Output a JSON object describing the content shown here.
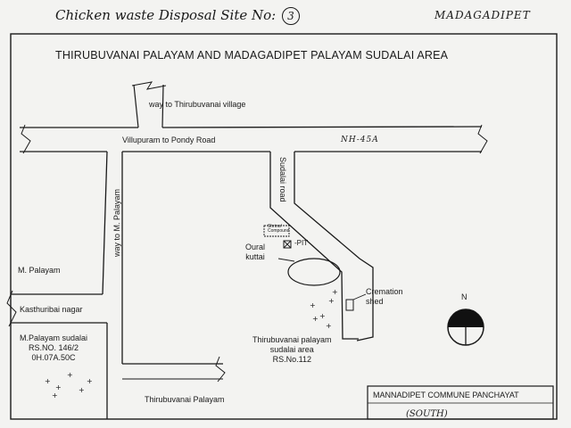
{
  "header": {
    "handwritten_title": "Chicken waste Disposal Site No:",
    "site_number": "3",
    "handwritten_place": "MADAGADIPET"
  },
  "map_title": "THIRUBUVANAI PALAYAM AND MADAGADIPET PALAYAM SUDALAI AREA",
  "labels": {
    "way_to_village": "way to Thirubuvanai village",
    "main_road": "Villupuram to Pondy Road",
    "highway": "NH-45A",
    "sudalai_road": "Sudalai road",
    "way_to_mpalayam": "way to M. Palayam",
    "shrine_top": "Shrine/",
    "shrine_bottom": "Compound",
    "pit": "PIT",
    "oural_kuttai_1": "Oural",
    "oural_kuttai_2": "kuttai",
    "m_palayam": "M. Palayam",
    "kasthuribai": "Kasthuribai nagar",
    "m_palayam_sudalai_1": "M.Palayam sudalai",
    "m_palayam_sudalai_2": "RS.NO. 146/2",
    "m_palayam_sudalai_3": "0H.07A.50C",
    "cremation_1": "Cremation",
    "cremation_2": "shed",
    "thiru_sudalai_1": "Thirubuvanai palayam",
    "thiru_sudalai_2": "sudalai area",
    "thiru_sudalai_3": "RS.No.112",
    "thiru_palayam": "Thirubuvanai Palayam",
    "north": "N"
  },
  "footer": {
    "panchayat": "MANNADIPET COMMUNE PANCHAYAT",
    "south": "(SOUTH)"
  },
  "icons": [
    "north-arrow-icon",
    "pit-icon",
    "cremation-shed-icon"
  ],
  "colors": {
    "ink": "#1a1a1a",
    "paper": "#f3f3f1"
  }
}
